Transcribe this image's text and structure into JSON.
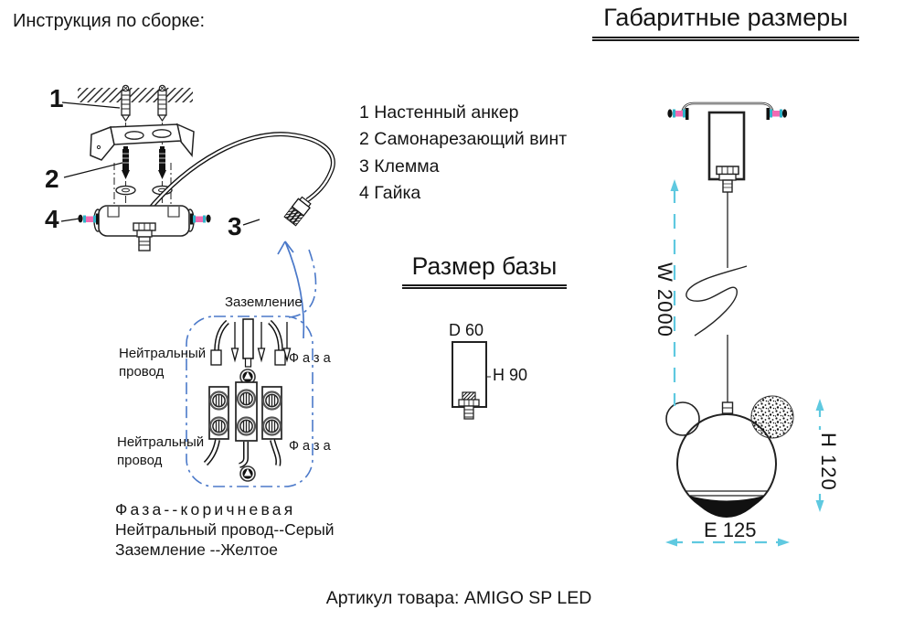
{
  "header": {
    "title_left": "Инструкция по сборке:",
    "title_right": "Габаритные размеры"
  },
  "parts_list": {
    "items": [
      "1 Настенный анкер",
      "2 Самонарезающий винт",
      "3 Клемма",
      "4 Гайка"
    ]
  },
  "assembly": {
    "callouts": [
      "1",
      "2",
      "4",
      "3"
    ],
    "wiring": {
      "ground": "Заземление",
      "neutral": "Нейтральный провод",
      "phase": "Фаза"
    },
    "wire_colors": [
      "Фаза--коричневая",
      "Нейтральный провод--Серый",
      "Заземление --Желтое"
    ]
  },
  "base_size": {
    "title": "Размер базы",
    "diameter": "D 60",
    "height": "H 90"
  },
  "dimensions": {
    "wire_length": "W 2000",
    "lamp_height": "H 120",
    "lamp_width": "E 125"
  },
  "footer": {
    "article": "Артикул товара: AMIGO SP LED"
  },
  "colors": {
    "dim_cyan": "#5fc9e0",
    "callout_blue": "#4b79c9",
    "screw_pink": "#f16bb4",
    "screw_teal": "#2fb3c9",
    "ink": "#1a1a1a"
  }
}
